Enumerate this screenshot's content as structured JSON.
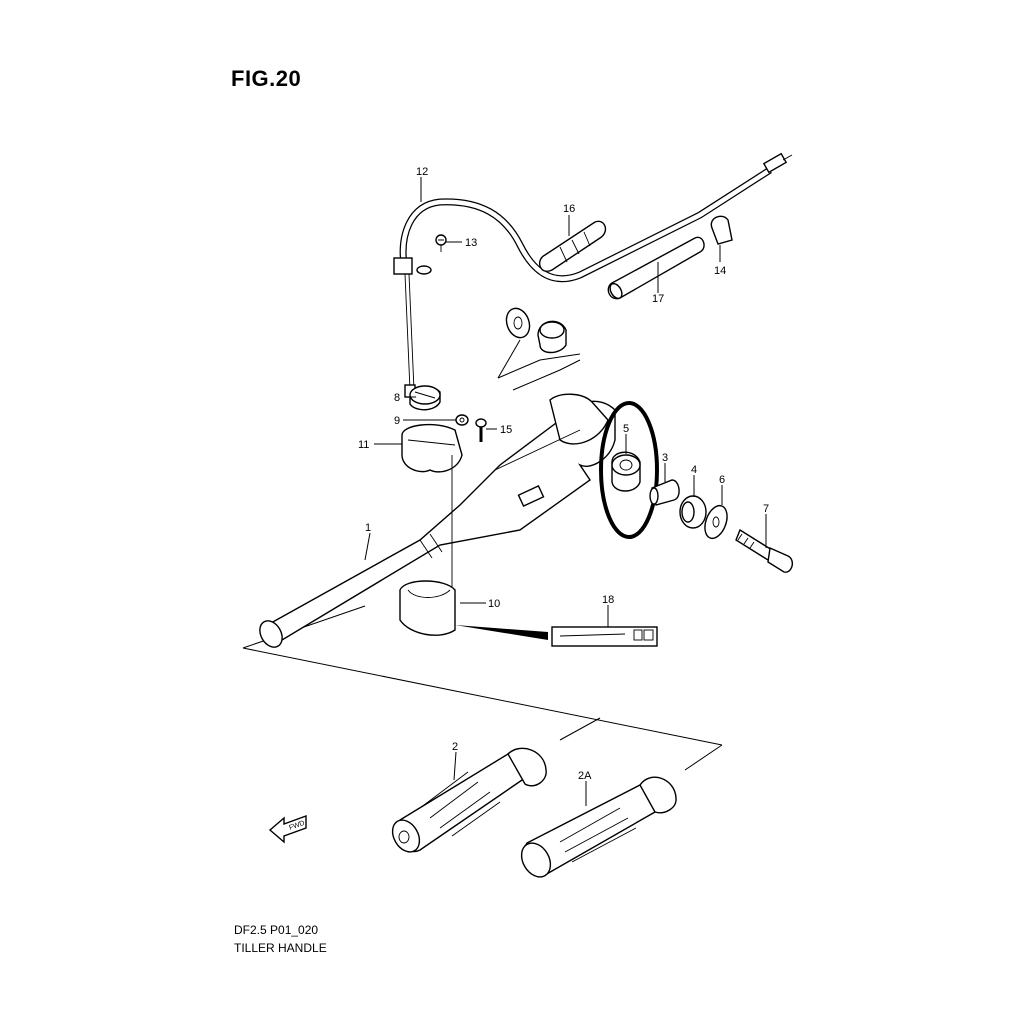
{
  "figure": {
    "title": "FIG.20",
    "code": "DF2.5 P01_020",
    "name": "TILLER HANDLE"
  },
  "callouts": {
    "c1": "1",
    "c2": "2",
    "c2a": "2A",
    "c3": "3",
    "c4": "4",
    "c5": "5",
    "c6": "6",
    "c7": "7",
    "c8": "8",
    "c9": "9",
    "c10": "10",
    "c11": "11",
    "c12": "12",
    "c13": "13",
    "c14": "14",
    "c15": "15",
    "c16": "16",
    "c17": "17",
    "c18": "18"
  },
  "fwd_label": "FWD",
  "highlight_color": "#000000"
}
